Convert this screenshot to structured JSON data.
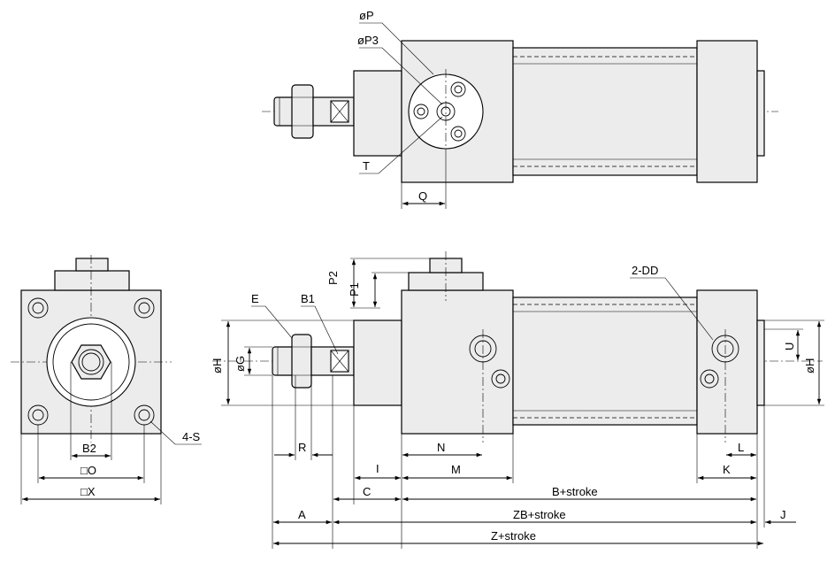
{
  "labels": {
    "oP": "øP",
    "oP3": "øP3",
    "T": "T",
    "Q": "Q",
    "P2": "P2",
    "P1": "P1",
    "E": "E",
    "B1": "B1",
    "DD": "2-DD",
    "oH": "øH",
    "oG": "øG",
    "R": "R",
    "I": "I",
    "N": "N",
    "M": "M",
    "C": "C",
    "A": "A",
    "L": "L",
    "K": "K",
    "U": "U",
    "oH2": "øH",
    "B_stroke": "B+stroke",
    "ZB_stroke": "ZB+stroke",
    "Z_stroke": "Z+stroke",
    "J": "J",
    "B2": "B2",
    "O": "□O",
    "X": "□X",
    "S4": "4-S"
  }
}
